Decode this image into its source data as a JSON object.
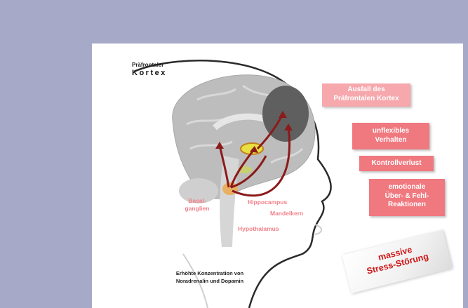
{
  "diagram": {
    "cortex_label_line1": "Präfrontaler",
    "cortex_label_line2": "Kortex",
    "boxes": {
      "ausfall": [
        "Ausfall des",
        "Präfrontalen Kortex"
      ],
      "unflexibel": [
        "unflexibles",
        "Verhalten"
      ],
      "kontrollverlust": [
        "Kontrollverlust"
      ],
      "emotional": [
        "emotionale",
        "Über- & Fehl-",
        "Reaktionen"
      ]
    },
    "labels": {
      "basalganglien": [
        "Basal-",
        "ganglien"
      ],
      "hippocampus": "Hippocampus",
      "mandelkern": "Mandelkern",
      "hypothalamus": "Hypothalamus"
    },
    "note": [
      "Erhöhte Konzentration von",
      "Noradrenalin  und Dopamin"
    ],
    "stress_banner": [
      "massive",
      "Stress-Störung"
    ]
  },
  "colors": {
    "background": "#a7a9c9",
    "box_fill": "#f0787f",
    "box_fill_faint": "#f6a8ad",
    "label_text": "#f28089",
    "arrow": "#8b1a1a",
    "stress_text": "#d01818"
  }
}
